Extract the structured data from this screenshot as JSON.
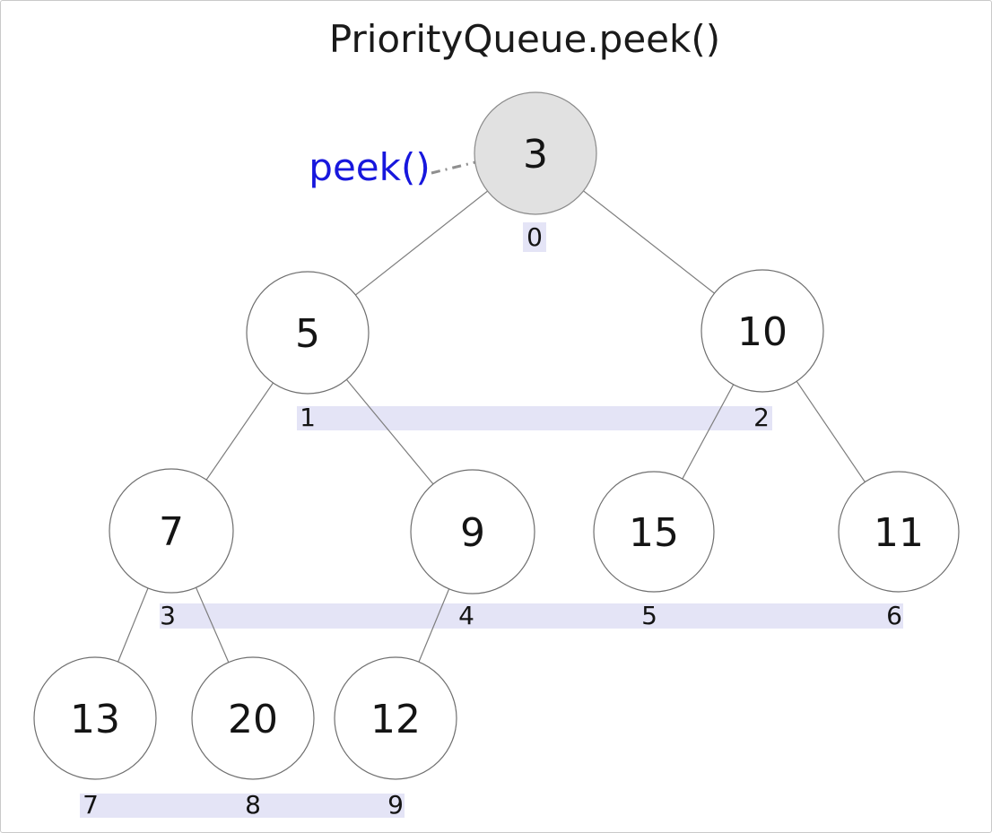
{
  "title": "PriorityQueue.peek()",
  "annotation": {
    "label": "peek()",
    "points_to_value": "3",
    "label_color": "#1717dd",
    "arrow_color": "#8f8f8f"
  },
  "colors": {
    "root_node_fill": "#e1e1e1",
    "node_fill": "#ffffff",
    "node_stroke": "#6f6f6f",
    "edge": "#7d7d7d",
    "index_band": "#e4e4f6",
    "text": "#141414"
  },
  "heap": {
    "structure": "binary-min-heap",
    "nodes": [
      {
        "index": "0",
        "value": "3",
        "highlighted": true
      },
      {
        "index": "1",
        "value": "5",
        "highlighted": false
      },
      {
        "index": "2",
        "value": "10",
        "highlighted": false
      },
      {
        "index": "3",
        "value": "7",
        "highlighted": false
      },
      {
        "index": "4",
        "value": "9",
        "highlighted": false
      },
      {
        "index": "5",
        "value": "15",
        "highlighted": false
      },
      {
        "index": "6",
        "value": "11",
        "highlighted": false
      },
      {
        "index": "7",
        "value": "13",
        "highlighted": false
      },
      {
        "index": "8",
        "value": "20",
        "highlighted": false
      },
      {
        "index": "9",
        "value": "12",
        "highlighted": false
      }
    ],
    "edges": [
      [
        "0",
        "1"
      ],
      [
        "0",
        "2"
      ],
      [
        "1",
        "3"
      ],
      [
        "1",
        "4"
      ],
      [
        "2",
        "5"
      ],
      [
        "2",
        "6"
      ],
      [
        "3",
        "7"
      ],
      [
        "3",
        "8"
      ],
      [
        "4",
        "9"
      ]
    ]
  }
}
